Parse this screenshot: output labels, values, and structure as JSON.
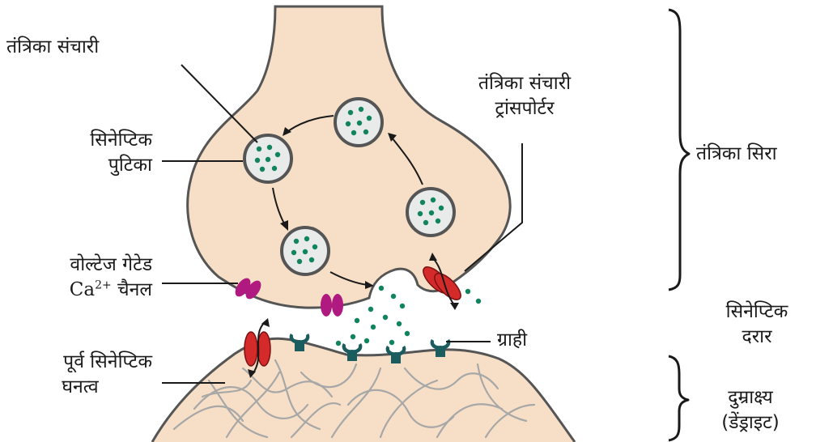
{
  "labels": {
    "neurotransmitter": "तंत्रिका संचारी",
    "synaptic_vesicle_1": "सिनेप्टिक",
    "synaptic_vesicle_2": "पुटिका",
    "vgcc_1": "वोल्टेज गेटेड",
    "vgcc_2_prefix": "Ca",
    "vgcc_2_sup": "2+",
    "vgcc_2_suffix": " चैनल",
    "postsynaptic_density_1": "पूर्व सिनेप्टिक",
    "postsynaptic_density_2": "घनत्व",
    "transporter_1": "तंत्रिका संचारी",
    "transporter_2": "ट्रांसपोर्टर",
    "receptor": "ग्राही",
    "axon_terminal": "तंत्रिका सिरा",
    "synaptic_cleft_1": "सिनेप्टिक",
    "synaptic_cleft_2": "दरार",
    "dendrite_1": "दुम्राक्ष्य",
    "dendrite_2": "(डेंड्राइट)"
  },
  "colors": {
    "cell_fill": "#f6dfc6",
    "outline": "#555555",
    "vesicle_fill": "#e9ebea",
    "neurotransmitter": "#11845f",
    "channel_magenta": "#b0197f",
    "transporter_red": "#d42a2a",
    "receptor_teal": "#1b5c5e",
    "filament": "#a7a7a7"
  },
  "icons": [
    "synaptic-vesicle-icon",
    "calcium-channel-icon",
    "transporter-icon",
    "receptor-icon",
    "curly-brace-icon"
  ]
}
